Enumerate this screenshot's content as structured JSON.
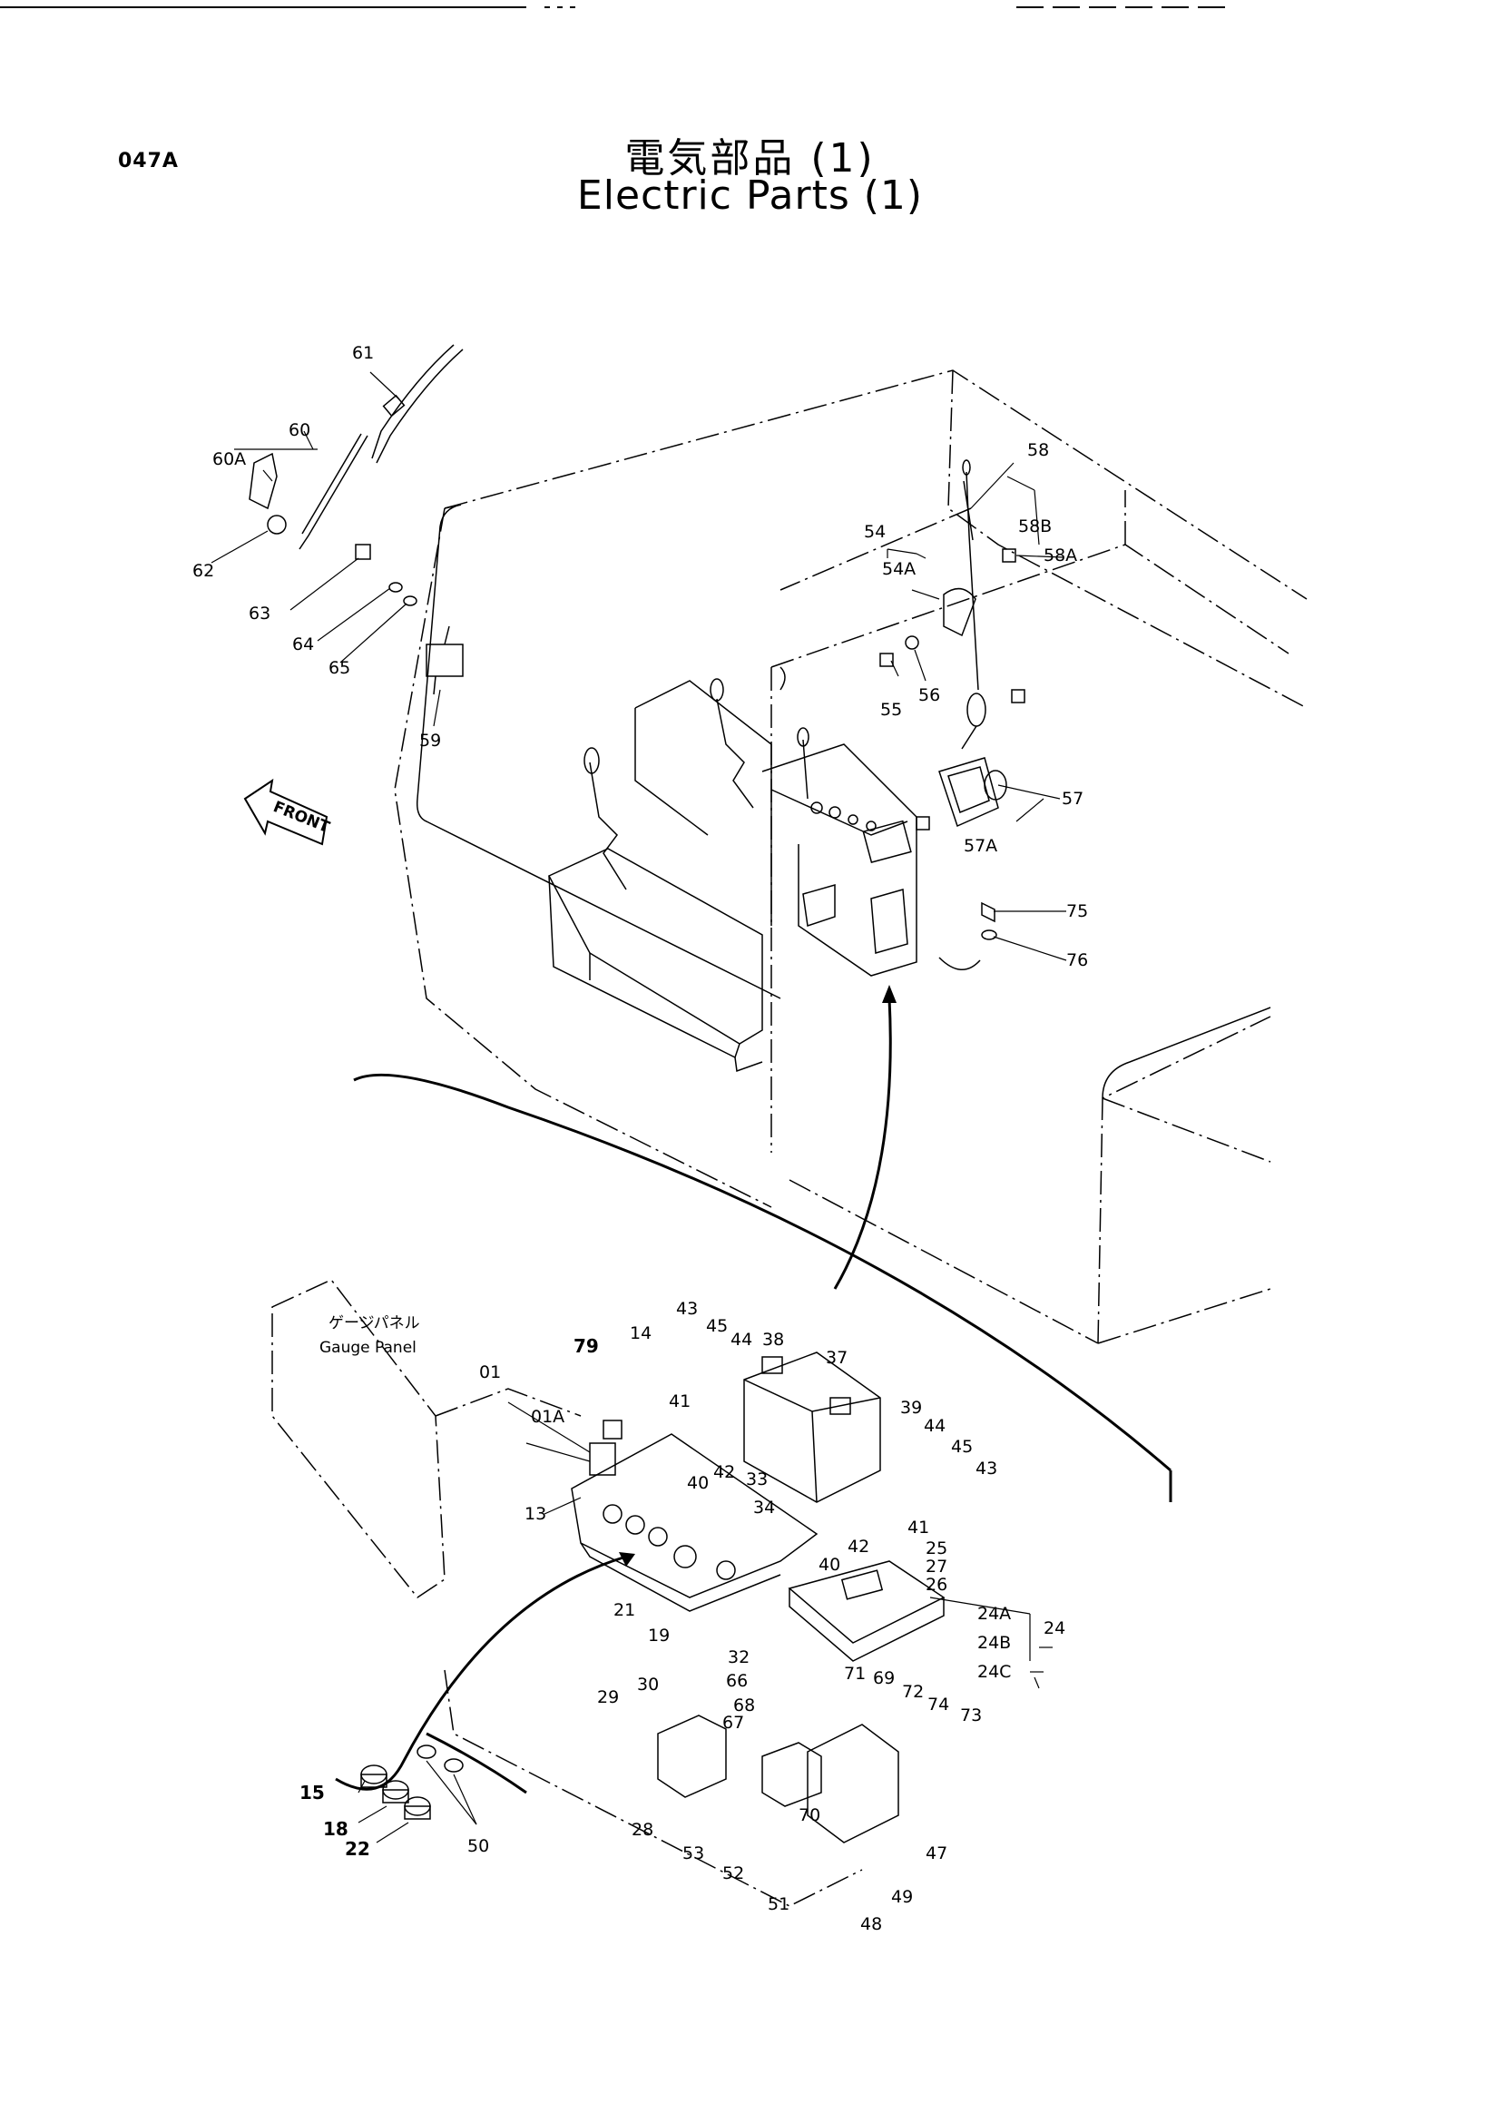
{
  "page_code": "047A",
  "title_jp": "電気部品 (1)",
  "title_en": "Electric Parts (1)",
  "front_label": "FRONT",
  "gauge_panel_jp": "ゲージパネル",
  "gauge_panel_en": "Gauge Panel",
  "callouts": [
    {
      "id": "61",
      "label": "61"
    },
    {
      "id": "60",
      "label": "60"
    },
    {
      "id": "60A",
      "label": "60A"
    },
    {
      "id": "62",
      "label": "62"
    },
    {
      "id": "63",
      "label": "63"
    },
    {
      "id": "64",
      "label": "64"
    },
    {
      "id": "65",
      "label": "65"
    },
    {
      "id": "59",
      "label": "59"
    },
    {
      "id": "58",
      "label": "58"
    },
    {
      "id": "58B",
      "label": "58B"
    },
    {
      "id": "58A",
      "label": "58A"
    },
    {
      "id": "54",
      "label": "54"
    },
    {
      "id": "54A",
      "label": "54A"
    },
    {
      "id": "55",
      "label": "55"
    },
    {
      "id": "56",
      "label": "56"
    },
    {
      "id": "57",
      "label": "57"
    },
    {
      "id": "57A",
      "label": "57A"
    },
    {
      "id": "75",
      "label": "75"
    },
    {
      "id": "76",
      "label": "76"
    },
    {
      "id": "43a",
      "label": "43"
    },
    {
      "id": "45a",
      "label": "45"
    },
    {
      "id": "44a",
      "label": "44"
    },
    {
      "id": "38",
      "label": "38"
    },
    {
      "id": "37",
      "label": "37"
    },
    {
      "id": "79",
      "label": "79"
    },
    {
      "id": "14",
      "label": "14"
    },
    {
      "id": "01",
      "label": "01"
    },
    {
      "id": "01A",
      "label": "01A"
    },
    {
      "id": "41a",
      "label": "41"
    },
    {
      "id": "39",
      "label": "39"
    },
    {
      "id": "44b",
      "label": "44"
    },
    {
      "id": "45b",
      "label": "45"
    },
    {
      "id": "43b",
      "label": "43"
    },
    {
      "id": "42a",
      "label": "42"
    },
    {
      "id": "33",
      "label": "33"
    },
    {
      "id": "40a",
      "label": "40"
    },
    {
      "id": "34",
      "label": "34"
    },
    {
      "id": "13",
      "label": "13"
    },
    {
      "id": "41b",
      "label": "41"
    },
    {
      "id": "25",
      "label": "25"
    },
    {
      "id": "42b",
      "label": "42"
    },
    {
      "id": "40b",
      "label": "40"
    },
    {
      "id": "27",
      "label": "27"
    },
    {
      "id": "26",
      "label": "26"
    },
    {
      "id": "21",
      "label": "21"
    },
    {
      "id": "24A",
      "label": "24A"
    },
    {
      "id": "24",
      "label": "24"
    },
    {
      "id": "24B",
      "label": "24B"
    },
    {
      "id": "24C",
      "label": "24C"
    },
    {
      "id": "19",
      "label": "19"
    },
    {
      "id": "32",
      "label": "32"
    },
    {
      "id": "66",
      "label": "66"
    },
    {
      "id": "71",
      "label": "71"
    },
    {
      "id": "69",
      "label": "69"
    },
    {
      "id": "72",
      "label": "72"
    },
    {
      "id": "74",
      "label": "74"
    },
    {
      "id": "73",
      "label": "73"
    },
    {
      "id": "29",
      "label": "29"
    },
    {
      "id": "30",
      "label": "30"
    },
    {
      "id": "68",
      "label": "68"
    },
    {
      "id": "67",
      "label": "67"
    },
    {
      "id": "70",
      "label": "70"
    },
    {
      "id": "15",
      "label": "15"
    },
    {
      "id": "18",
      "label": "18"
    },
    {
      "id": "22",
      "label": "22"
    },
    {
      "id": "50",
      "label": "50"
    },
    {
      "id": "28",
      "label": "28"
    },
    {
      "id": "53",
      "label": "53"
    },
    {
      "id": "52",
      "label": "52"
    },
    {
      "id": "51",
      "label": "51"
    },
    {
      "id": "47",
      "label": "47"
    },
    {
      "id": "48",
      "label": "48"
    },
    {
      "id": "49",
      "label": "49"
    }
  ]
}
